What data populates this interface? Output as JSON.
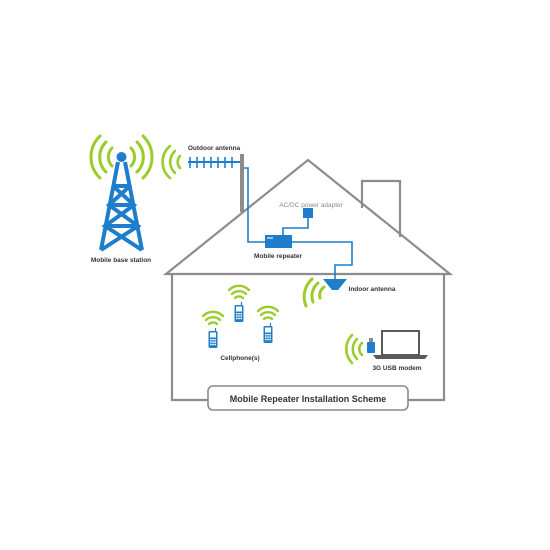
{
  "labels": {
    "base_station": "Mobile base station",
    "outdoor_antenna": "Outdoor antenna",
    "power_adapter": "AC/DC power adapter",
    "repeater": "Mobile repeater",
    "indoor_antenna": "Indoor antenna",
    "cellphones": "Cellphone(s)",
    "usb_modem": "3G USB modem"
  },
  "title": "Mobile Repeater Installation Scheme",
  "colors": {
    "blue": "#1e7ecb",
    "green": "#9ccc2c",
    "house_line": "#8c8c8c",
    "text": "#333333"
  },
  "icons": {
    "tower": "cell-tower-icon",
    "antenna": "yagi-antenna-icon",
    "adapter": "power-adapter-icon",
    "repeater": "repeater-box-icon",
    "indoor_antenna": "dome-antenna-icon",
    "phone": "cellphone-icon",
    "laptop": "laptop-icon",
    "modem": "usb-modem-icon",
    "signal": "signal-waves-icon"
  }
}
